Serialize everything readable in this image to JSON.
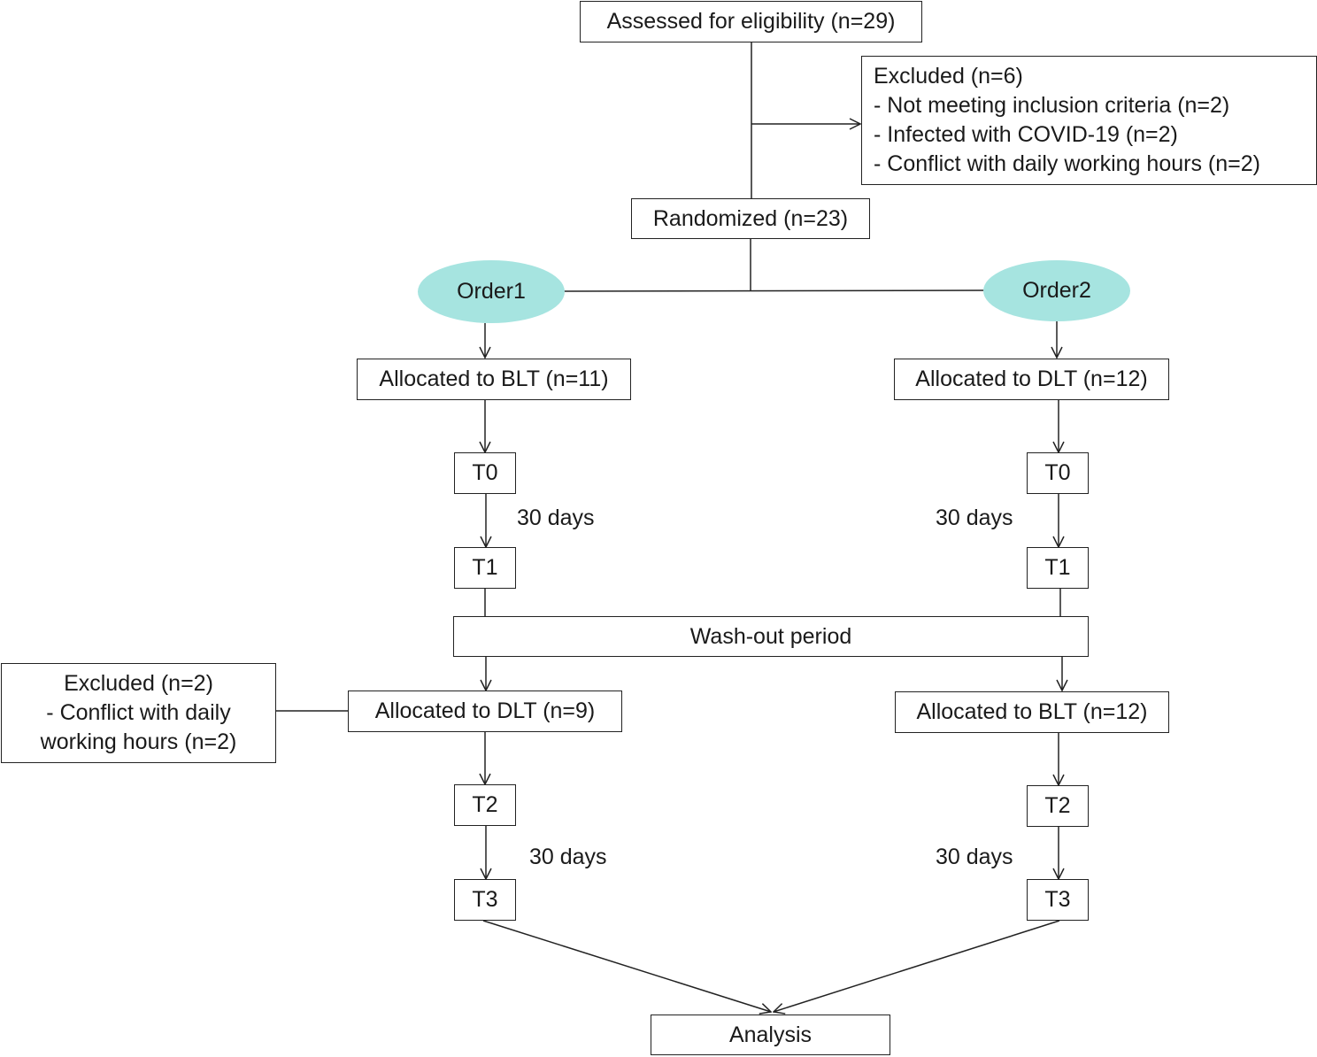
{
  "colors": {
    "order_fill": "#a6e4e0",
    "stroke": "#222222"
  },
  "flow": {
    "assessed": "Assessed for eligibility (n=29)",
    "excluded_top": {
      "title": "Excluded (n=6)",
      "items": [
        "- Not meeting inclusion criteria (n=2)",
        "- Infected with COVID-19 (n=2)",
        "- Conflict with daily working hours (n=2)"
      ]
    },
    "randomized": "Randomized (n=23)",
    "order1": "Order1",
    "order2": "Order2",
    "left": {
      "allocated_first": "Allocated to BLT (n=11)",
      "t0": "T0",
      "days1": "30 days",
      "t1": "T1",
      "allocated_second": "Allocated to DLT (n=9)",
      "t2": "T2",
      "days2": "30 days",
      "t3": "T3"
    },
    "right": {
      "allocated_first": "Allocated to DLT (n=12)",
      "t0": "T0",
      "days1": "30 days",
      "t1": "T1",
      "allocated_second": "Allocated to BLT (n=12)",
      "t2": "T2",
      "days2": "30 days",
      "t3": "T3"
    },
    "washout": "Wash-out period",
    "excluded_left": {
      "lines": [
        "Excluded (n=2)",
        "- Conflict with daily",
        "working hours (n=2)"
      ]
    },
    "analysis": "Analysis"
  }
}
